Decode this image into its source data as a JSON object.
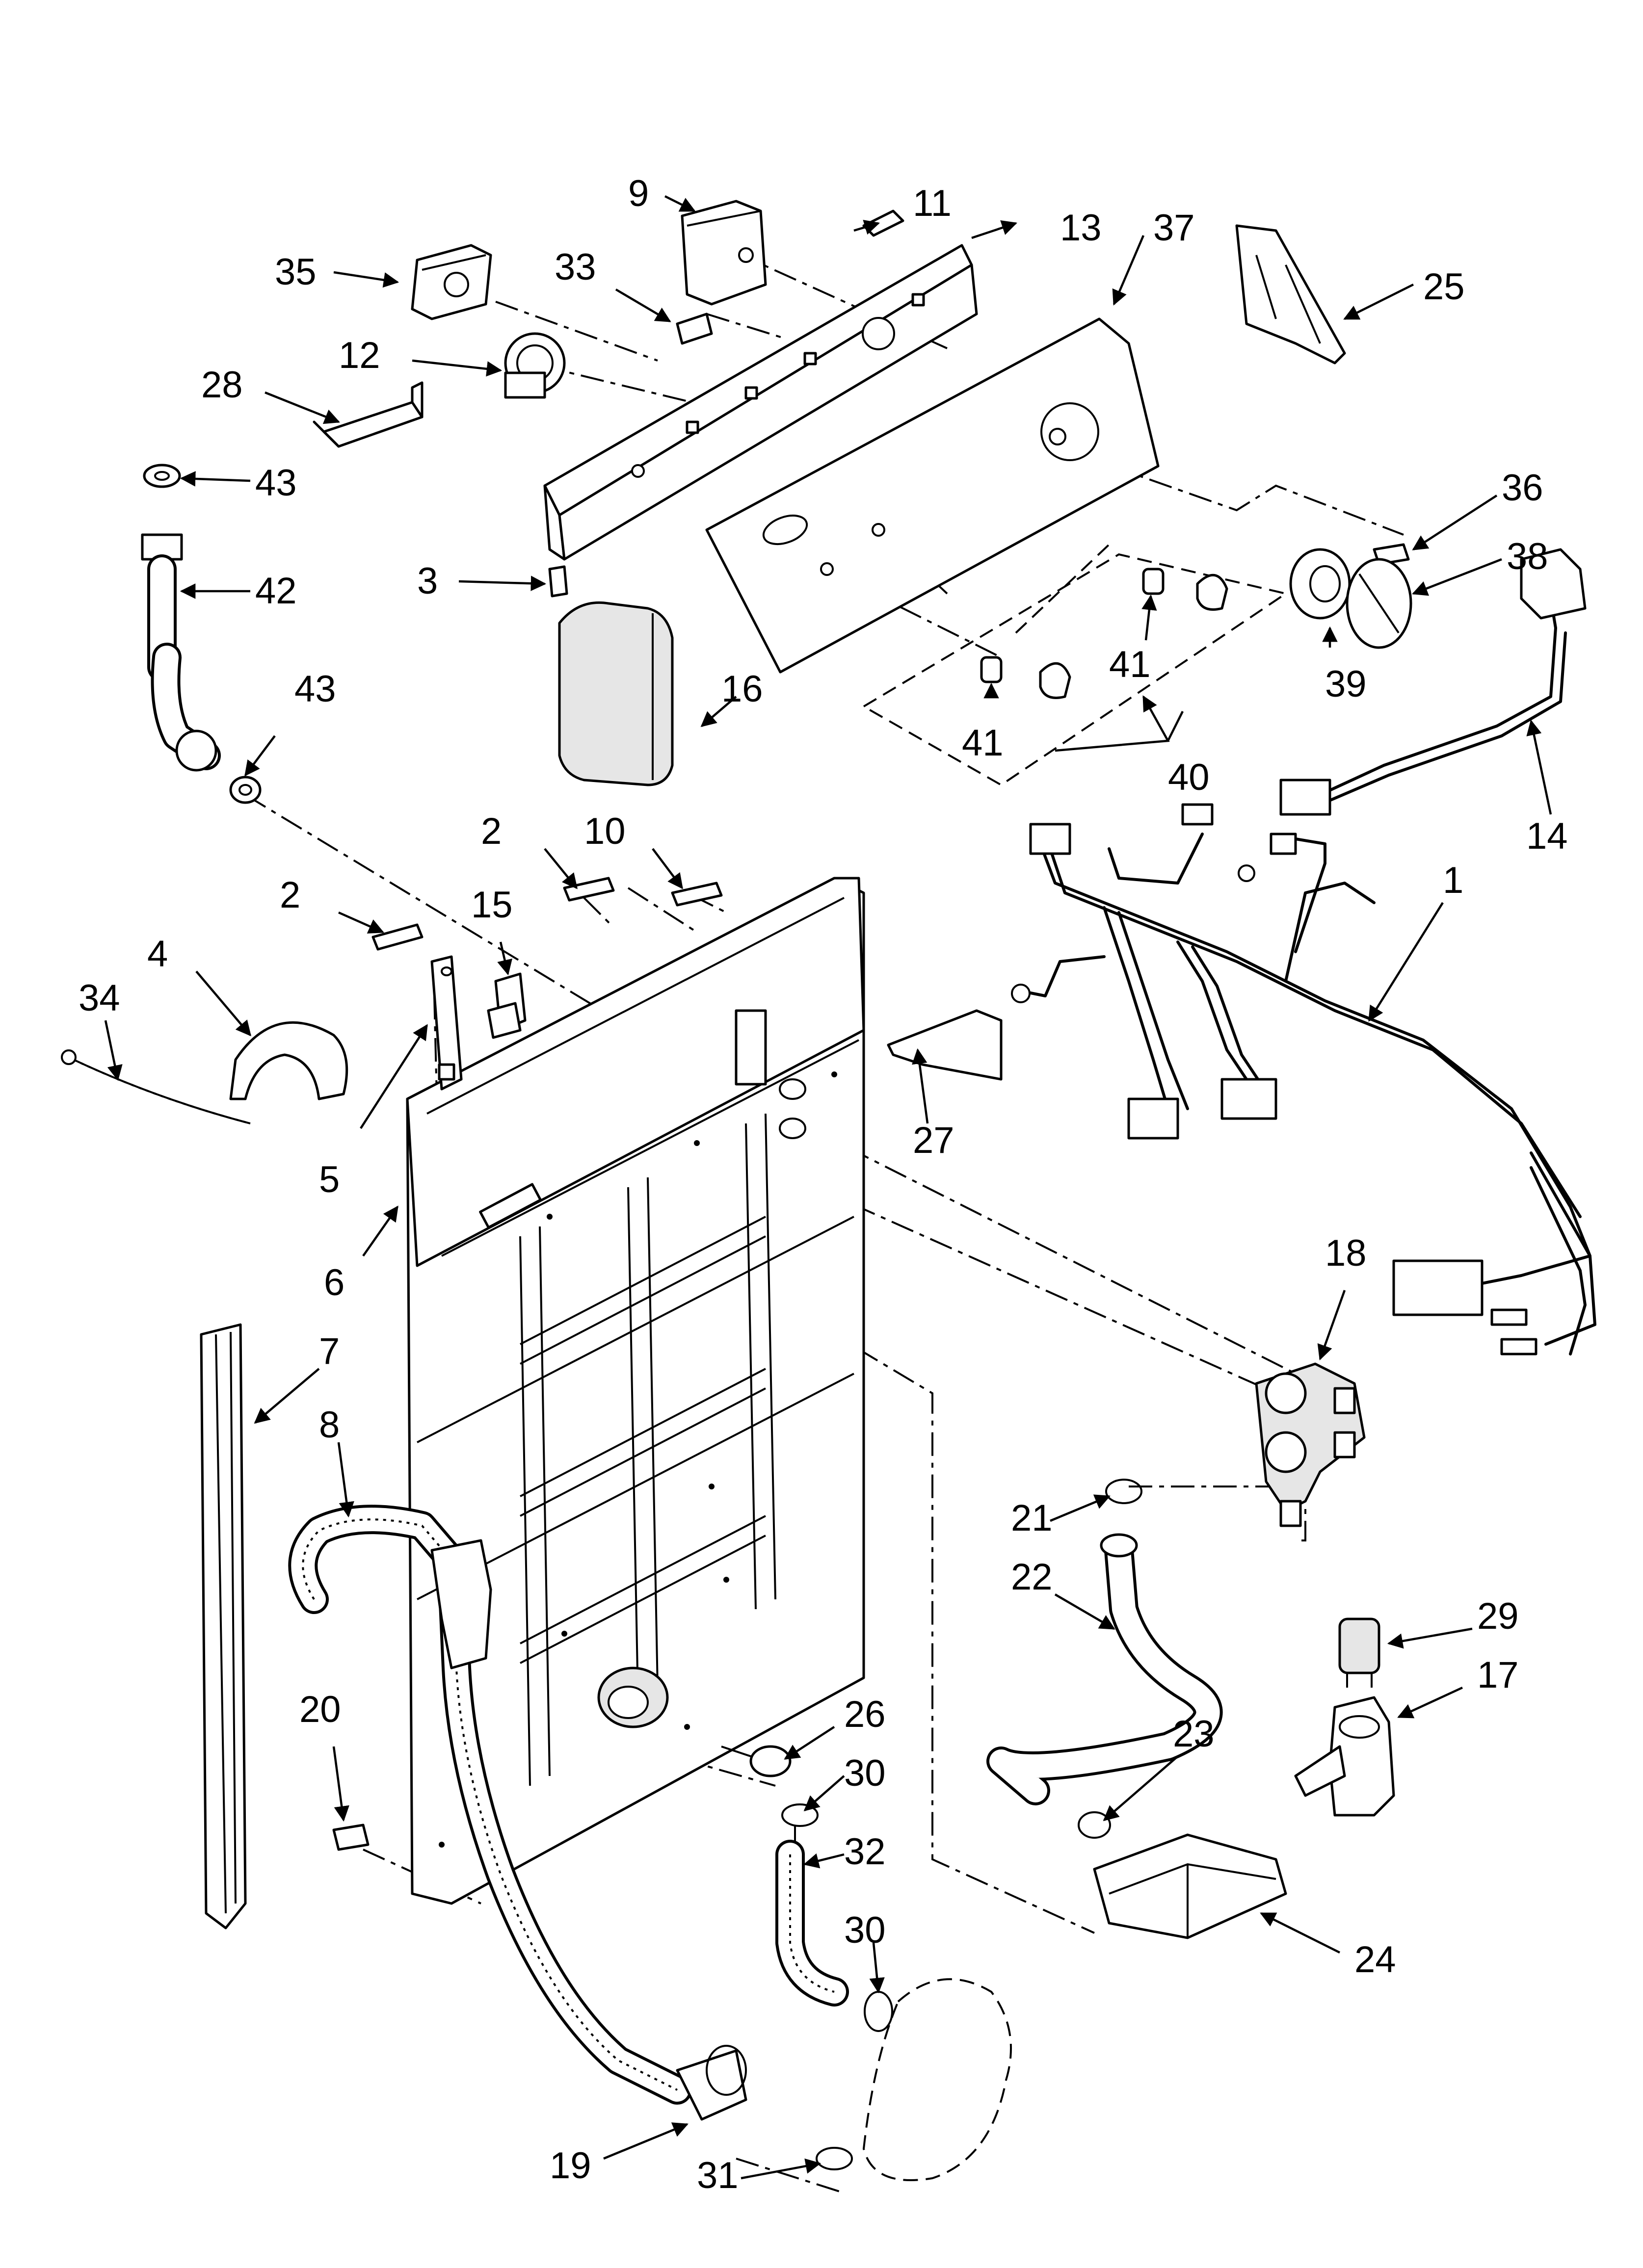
{
  "callouts": [
    {
      "id": "c1",
      "text": "1"
    },
    {
      "id": "c2a",
      "text": "2"
    },
    {
      "id": "c2b",
      "text": "2"
    },
    {
      "id": "c3",
      "text": "3"
    },
    {
      "id": "c4",
      "text": "4"
    },
    {
      "id": "c5",
      "text": "5"
    },
    {
      "id": "c6",
      "text": "6"
    },
    {
      "id": "c7",
      "text": "7"
    },
    {
      "id": "c8",
      "text": "8"
    },
    {
      "id": "c9",
      "text": "9"
    },
    {
      "id": "c10",
      "text": "10"
    },
    {
      "id": "c11",
      "text": "11"
    },
    {
      "id": "c12",
      "text": "12"
    },
    {
      "id": "c13",
      "text": "13"
    },
    {
      "id": "c14",
      "text": "14"
    },
    {
      "id": "c15",
      "text": "15"
    },
    {
      "id": "c16",
      "text": "16"
    },
    {
      "id": "c17",
      "text": "17"
    },
    {
      "id": "c18",
      "text": "18"
    },
    {
      "id": "c19",
      "text": "19"
    },
    {
      "id": "c20",
      "text": "20"
    },
    {
      "id": "c21",
      "text": "21"
    },
    {
      "id": "c22",
      "text": "22"
    },
    {
      "id": "c23",
      "text": "23"
    },
    {
      "id": "c24",
      "text": "24"
    },
    {
      "id": "c25",
      "text": "25"
    },
    {
      "id": "c26",
      "text": "26"
    },
    {
      "id": "c27",
      "text": "27"
    },
    {
      "id": "c28",
      "text": "28"
    },
    {
      "id": "c29",
      "text": "29"
    },
    {
      "id": "c30a",
      "text": "30"
    },
    {
      "id": "c30b",
      "text": "30"
    },
    {
      "id": "c31",
      "text": "31"
    },
    {
      "id": "c32",
      "text": "32"
    },
    {
      "id": "c33",
      "text": "33"
    },
    {
      "id": "c34",
      "text": "34"
    },
    {
      "id": "c35",
      "text": "35"
    },
    {
      "id": "c36",
      "text": "36"
    },
    {
      "id": "c37",
      "text": "37"
    },
    {
      "id": "c38",
      "text": "38"
    },
    {
      "id": "c39",
      "text": "39"
    },
    {
      "id": "c40",
      "text": "40"
    },
    {
      "id": "c41a",
      "text": "41"
    },
    {
      "id": "c41b",
      "text": "41"
    },
    {
      "id": "c42",
      "text": "42"
    },
    {
      "id": "c43a",
      "text": "43"
    },
    {
      "id": "c43b",
      "text": "43"
    }
  ]
}
